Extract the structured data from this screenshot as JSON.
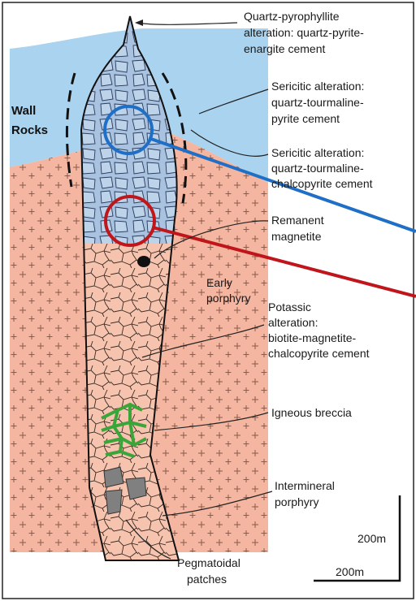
{
  "labels": {
    "wall_rocks": [
      "Wall",
      "Rocks"
    ],
    "quartz_pyrophyllite": [
      "Quartz-pyrophyllite",
      "alteration: quartz-pyrite-",
      "enargite cement"
    ],
    "sericitic_tourmaline_pyrite": [
      "Sericitic alteration:",
      "quartz-tourmaline-",
      "pyrite cement"
    ],
    "sericitic_tourmaline_chalcopyrite": [
      "Sericitic alteration:",
      "quartz-tourmaline-",
      "chalcopyrite cement"
    ],
    "remanent_magnetite": [
      "Remanent",
      "magnetite"
    ],
    "early_porphyry": [
      "Early",
      "porphyry"
    ],
    "potassic": [
      "Potassic",
      "alteration:",
      "biotite-magnetite-",
      "chalcopyrite cement"
    ],
    "igneous_breccia": [
      "Igneous breccia"
    ],
    "intermineral_porphyry": [
      "Intermineral",
      "porphyry"
    ],
    "pegmatoidal": [
      "Pegmatoidal",
      "patches"
    ]
  },
  "scale": {
    "vertical": "200m",
    "horizontal": "200m"
  },
  "colors": {
    "wall_rock_blue": "#a9d3ee",
    "porphyry_salmon": "#f4b6a0",
    "breccia_blue": "#a8c2e0",
    "highlight_blue": "#1f6fc6",
    "highlight_red": "#c0161b",
    "igneous_green": "#3aa63a",
    "pegmatoid_gray": "#808080"
  }
}
